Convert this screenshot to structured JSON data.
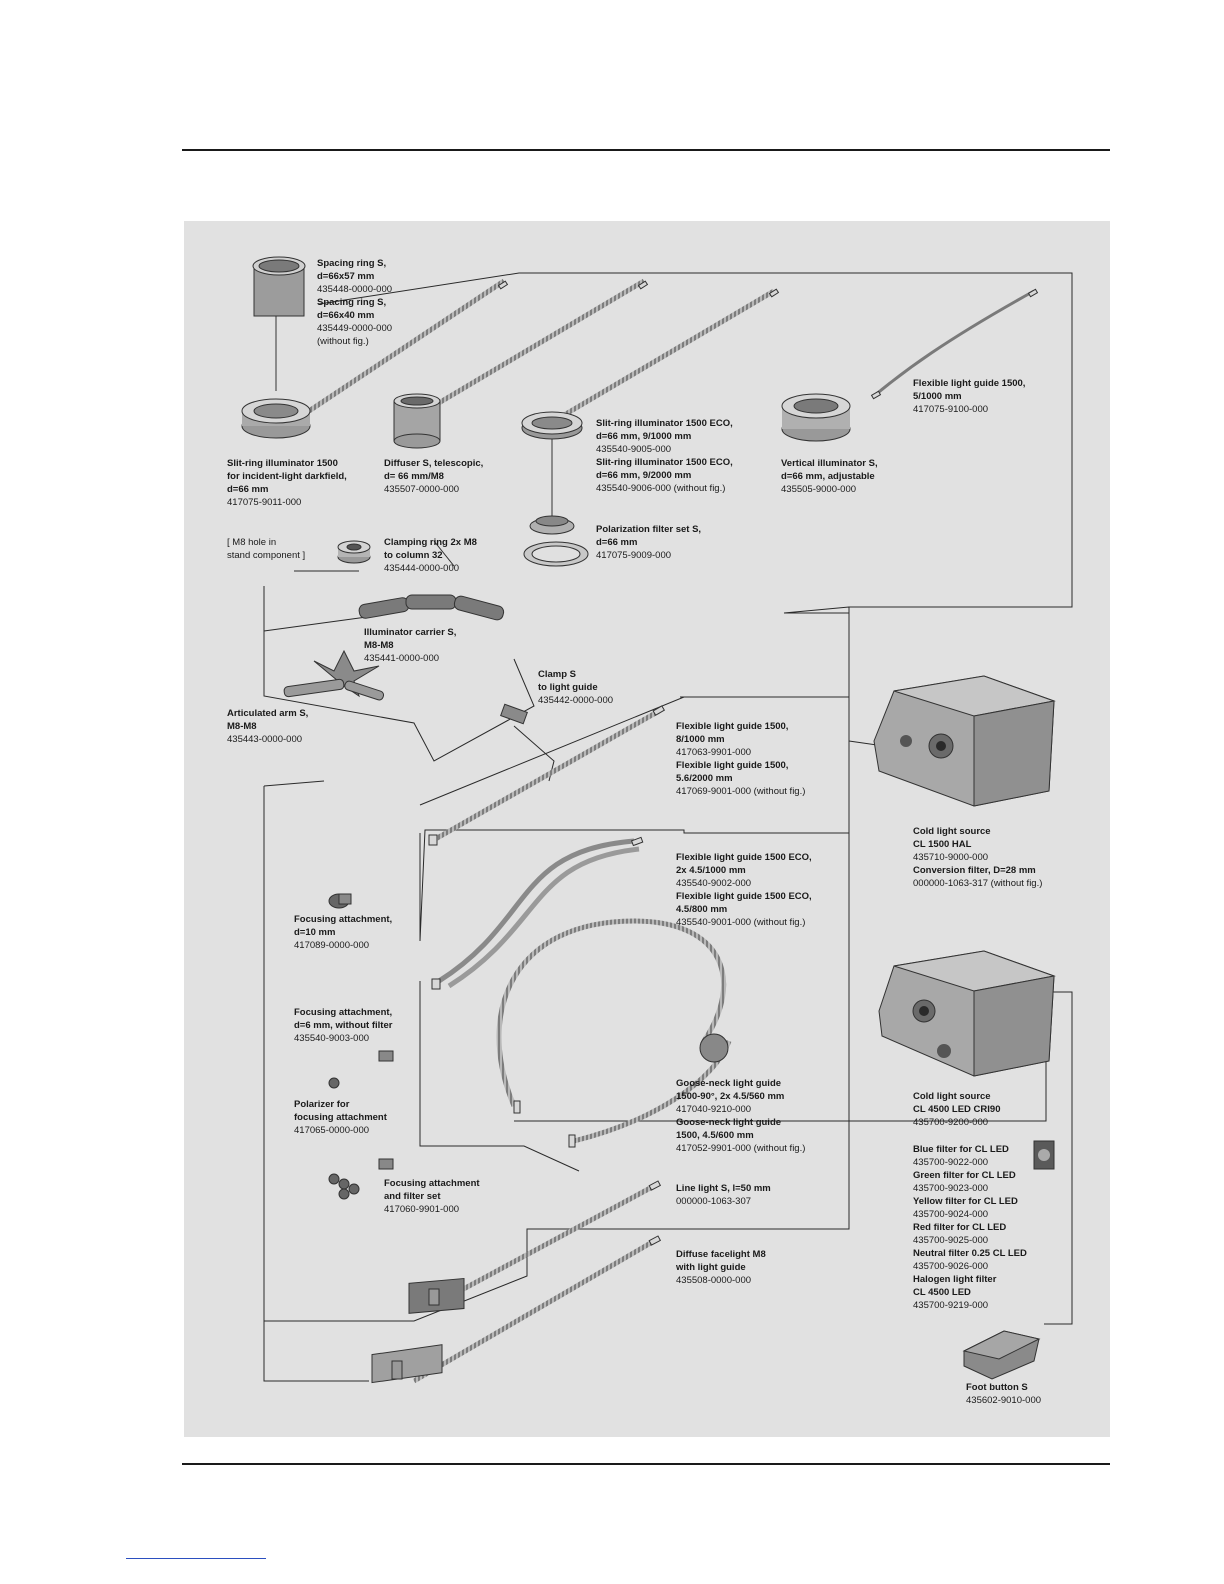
{
  "components": {
    "spacing_ring": {
      "name1": "Spacing ring S,",
      "size1": "d=66x57 mm",
      "no1": "435448-0000-000",
      "name2": "Spacing ring S,",
      "size2": "d=66x40 mm",
      "no2": "435449-0000-000",
      "note2": "(without fig.)"
    },
    "slit_ring_illuminator": {
      "l1": "Slit-ring illuminator 1500",
      "l2": "for incident-light darkfield,",
      "l3": "d=66 mm",
      "no": "417075-9011-000"
    },
    "diffuser": {
      "l1": "Diffuser S, telescopic,",
      "l2": "d= 66 mm/M8",
      "no": "435507-0000-000"
    },
    "slit_ring_eco": {
      "l1": "Slit-ring illuminator 1500 ECO,",
      "l2": "d=66 mm, 9/1000 mm",
      "no1": "435540-9005-000",
      "l3": "Slit-ring illuminator 1500 ECO,",
      "l4": "d=66 mm, 9/2000 mm",
      "no2": "435540-9006-000 (without fig.)"
    },
    "vertical_illuminator": {
      "l1": "Vertical illuminator S,",
      "l2": "d=66 mm, adjustable",
      "no": "435505-9000-000"
    },
    "flexible_guide_5": {
      "l1": "Flexible light guide 1500,",
      "l2": "5/1000 mm",
      "no": "417075-9100-000"
    },
    "polarization_filter": {
      "l1": "Polarization filter set S,",
      "l2": "d=66 mm",
      "no": "417075-9009-000"
    },
    "m8_hole": {
      "l1": "[ M8 hole in",
      "l2": "stand component ]"
    },
    "clamping_ring": {
      "l1": "Clamping ring 2x M8",
      "l2": "to column 32",
      "no": "435444-0000-000"
    },
    "illuminator_carrier": {
      "l1": "Illuminator carrier S,",
      "l2": "M8-M8",
      "no": "435441-0000-000"
    },
    "clamp": {
      "l1": "Clamp S",
      "l2": "to light guide",
      "no": "435442-0000-000"
    },
    "articulated_arm": {
      "l1": "Articulated arm S,",
      "l2": "M8-M8",
      "no": "435443-0000-000"
    },
    "flexible_guide_8": {
      "l1": "Flexible light guide 1500,",
      "l2": "8/1000 mm",
      "no1": "417063-9901-000",
      "l3": "Flexible light guide 1500,",
      "l4": "5.6/2000 mm",
      "no2": "417069-9001-000 (without fig.)"
    },
    "cold_light_1500": {
      "l1": "Cold light source",
      "l2": "CL 1500 HAL",
      "no1": "435710-9000-000",
      "l3": "Conversion filter, D=28 mm",
      "no2": "000000-1063-317 (without fig.)"
    },
    "flexible_guide_eco": {
      "l1": "Flexible light guide 1500 ECO,",
      "l2": "2x 4.5/1000 mm",
      "no1": "435540-9002-000",
      "l3": "Flexible light guide 1500 ECO,",
      "l4": "4.5/800 mm",
      "no2": "435540-9001-000 (without fig.)"
    },
    "focusing_10": {
      "l1": "Focusing attachment,",
      "l2": "d=10 mm",
      "no": "417089-0000-000"
    },
    "focusing_6": {
      "l1": "Focusing attachment,",
      "l2": "d=6 mm, without filter",
      "no": "435540-9003-000"
    },
    "polarizer": {
      "l1": "Polarizer for",
      "l2": "focusing attachment",
      "no": "417065-0000-000"
    },
    "gooseneck": {
      "l1": "Goose-neck light guide",
      "l2": "1500-90°, 2x 4.5/560 mm",
      "no1": "417040-9210-000",
      "l3": "Goose-neck light guide",
      "l4": "1500, 4.5/600 mm",
      "no2": "417052-9901-000 (without fig.)"
    },
    "cold_light_4500": {
      "l1": "Cold light source",
      "l2": "CL 4500 LED CRI90",
      "no": "435700-9200-000"
    },
    "filters": [
      {
        "name": "Blue filter for CL LED",
        "no": "435700-9022-000"
      },
      {
        "name": "Green filter for CL LED",
        "no": "435700-9023-000"
      },
      {
        "name": "Yellow filter for CL LED",
        "no": "435700-9024-000"
      },
      {
        "name": "Red filter for CL LED",
        "no": "435700-9025-000"
      },
      {
        "name": "Neutral filter 0.25 CL LED",
        "no": "435700-9026-000"
      }
    ],
    "halogen_filter": {
      "l1": "Halogen light filter",
      "l2": "CL 4500 LED",
      "no": "435700-9219-000"
    },
    "focusing_set": {
      "l1": "Focusing attachment",
      "l2": "and filter set",
      "no": "417060-9901-000"
    },
    "line_light": {
      "l1": "Line light S, l=50 mm",
      "no": "000000-1063-307"
    },
    "diffuse_facelight": {
      "l1": "Diffuse facelight M8",
      "l2": "with light guide",
      "no": "435508-0000-000"
    },
    "foot_button": {
      "l1": "Foot button S",
      "no": "435602-9010-000"
    }
  }
}
